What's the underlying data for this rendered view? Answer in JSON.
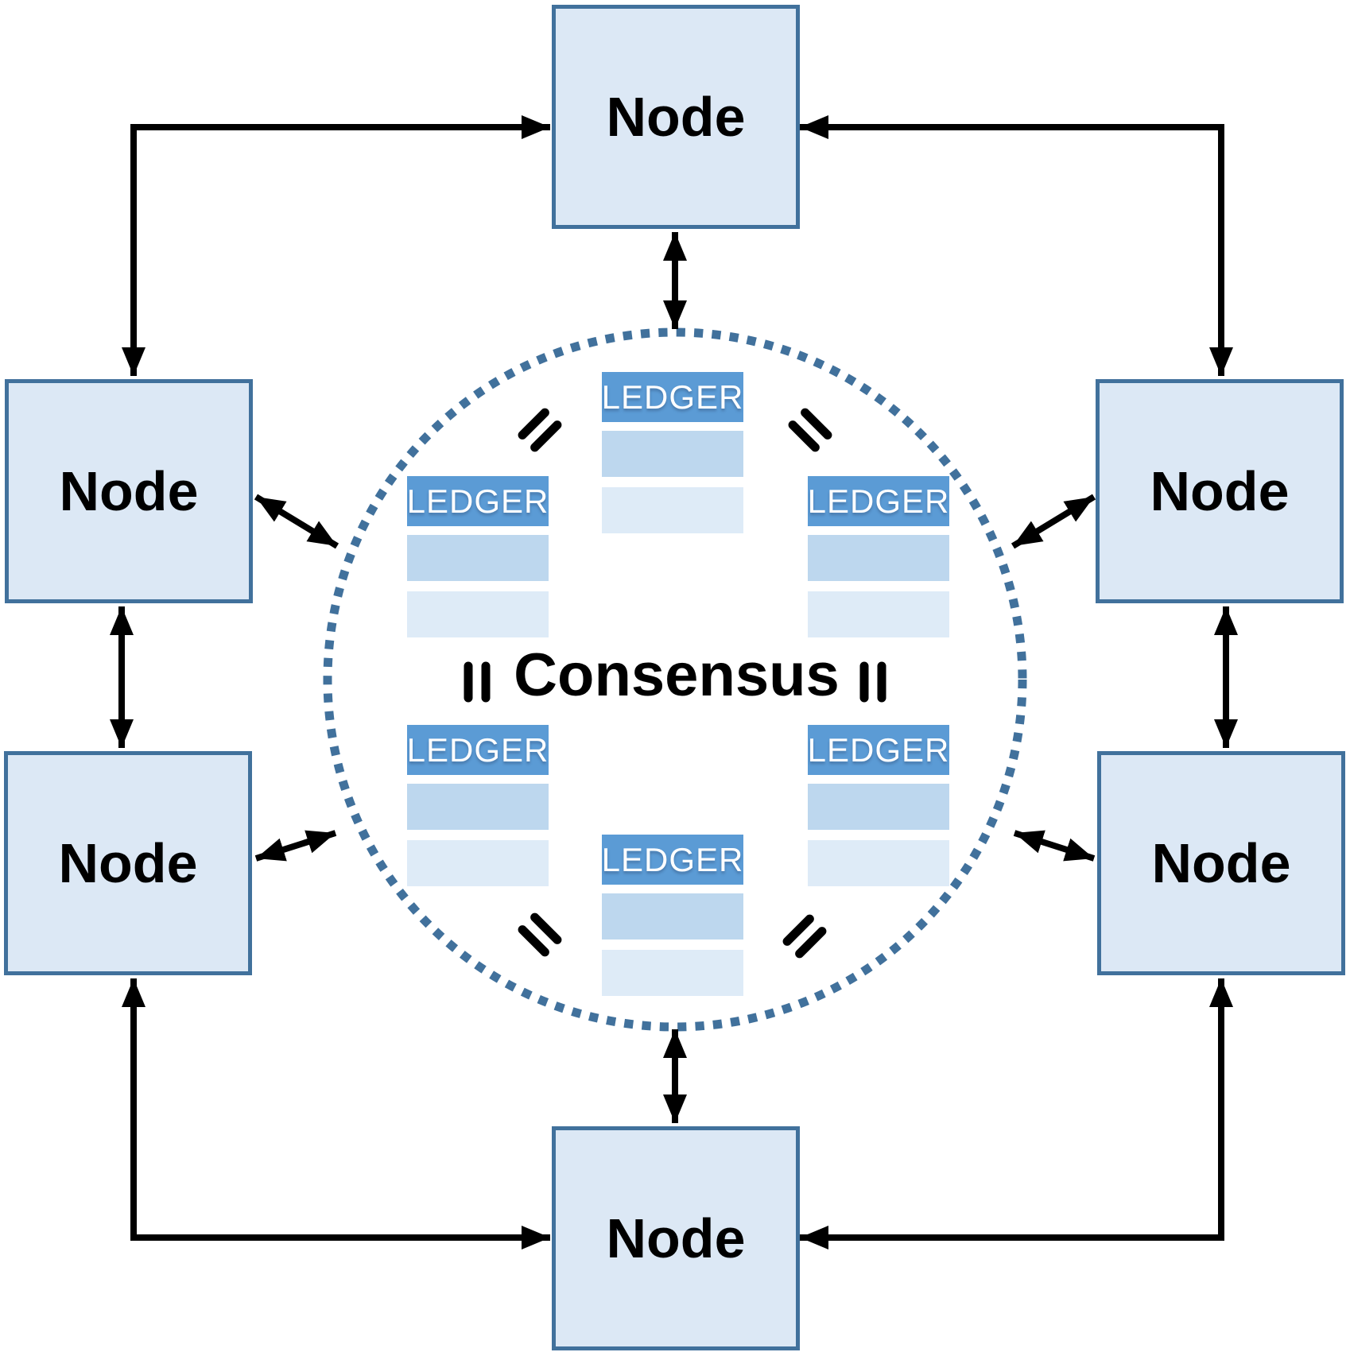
{
  "center_label": "Consensus",
  "nodes": [
    {
      "id": "top",
      "label": "Node"
    },
    {
      "id": "upper-left",
      "label": "Node"
    },
    {
      "id": "upper-right",
      "label": "Node"
    },
    {
      "id": "lower-left",
      "label": "Node"
    },
    {
      "id": "lower-right",
      "label": "Node"
    },
    {
      "id": "bottom",
      "label": "Node"
    }
  ],
  "ledgers": [
    {
      "id": "top",
      "header": "LEDGER",
      "rows": 2
    },
    {
      "id": "upper-left",
      "header": "LEDGER",
      "rows": 2
    },
    {
      "id": "upper-right",
      "header": "LEDGER",
      "rows": 2
    },
    {
      "id": "lower-left",
      "header": "LEDGER",
      "rows": 2
    },
    {
      "id": "lower-right",
      "header": "LEDGER",
      "rows": 2
    },
    {
      "id": "bottom",
      "header": "LEDGER",
      "rows": 2
    }
  ],
  "colors": {
    "node_fill": "#dce8f5",
    "node_border": "#41719c",
    "ledger_header": "#5b9bd5",
    "ledger_row1": "#bdd7ee",
    "ledger_row2": "#deebf7",
    "circle_dots": "#41719c",
    "arrow": "#000000"
  }
}
